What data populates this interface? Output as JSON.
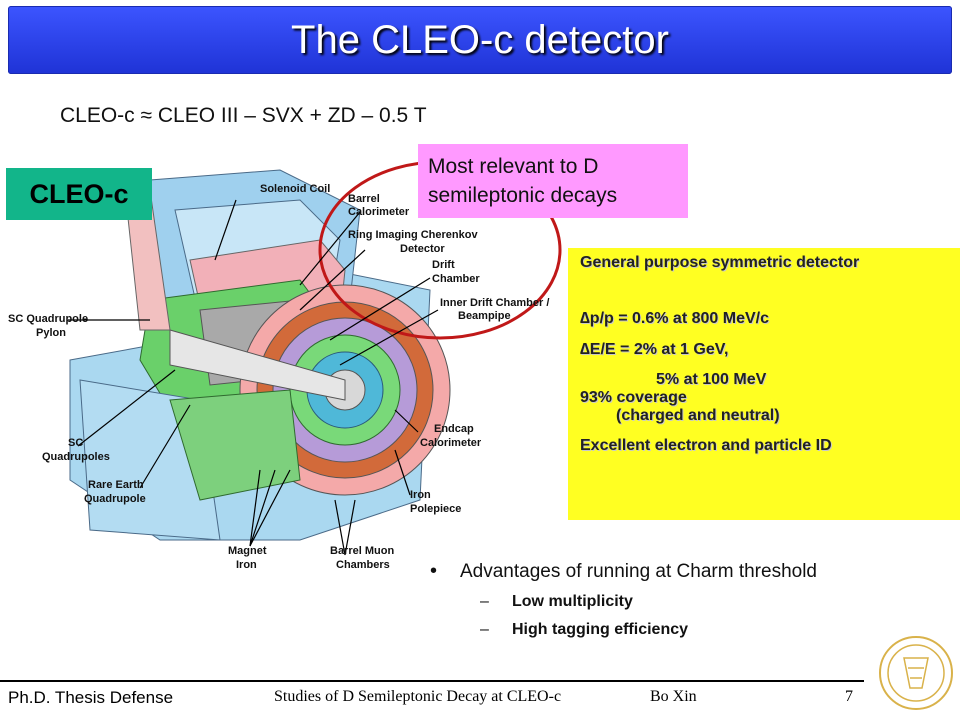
{
  "title": "The CLEO-c detector",
  "subtitle": "CLEO-c ≈ CLEO III – SVX + ZD – 0.5 T",
  "label_box": "CLEO-c",
  "callout": {
    "line1": "Most relevant to D",
    "line2": "semileptonic decays"
  },
  "diagram_labels": {
    "solenoid": "Solenoid Coil",
    "barrel1": "Barrel",
    "barrel2": "Calorimeter",
    "rich1": "Ring Imaging Cherenkov",
    "rich2": "Detector",
    "drift1": "Drift",
    "drift2": "Chamber",
    "inner1": "Inner Drift Chamber /",
    "inner2": "Beampipe",
    "pylon1": "SC Quadrupole",
    "pylon2": "Pylon",
    "scq1": "SC",
    "scq2": "Quadrupoles",
    "rare1": "Rare Earth",
    "rare2": "Quadrupole",
    "endcap1": "Endcap",
    "endcap2": "Calorimeter",
    "ironpole1": "Iron",
    "ironpole2": "Polepiece",
    "magnet1": "Magnet",
    "magnet2": "Iron",
    "muon1": "Barrel Muon",
    "muon2": "Chambers"
  },
  "specs": {
    "line1": "General purpose symmetric detector",
    "line2": "∆p/p = 0.6% at 800 MeV/c",
    "line3": "∆E/E = 2% at 1 GeV,",
    "line4": "5% at 100 MeV",
    "line5": "93% coverage",
    "line6": "(charged and neutral)",
    "line7": "Excellent electron and particle ID"
  },
  "bullets": {
    "main": "Advantages of running at Charm threshold",
    "sub1": "Low multiplicity",
    "sub2": "High tagging efficiency"
  },
  "footer": {
    "left": "Ph.D. Thesis Defense",
    "middle": "Studies of D Semileptonic Decay at CLEO-c",
    "author": "Bo Xin",
    "page": "7"
  },
  "colors": {
    "title_bar": "#2a40f0",
    "label_box": "#12b58a",
    "callout": "#ff99ff",
    "specs": "#ffff22",
    "circle": "#c01818"
  }
}
